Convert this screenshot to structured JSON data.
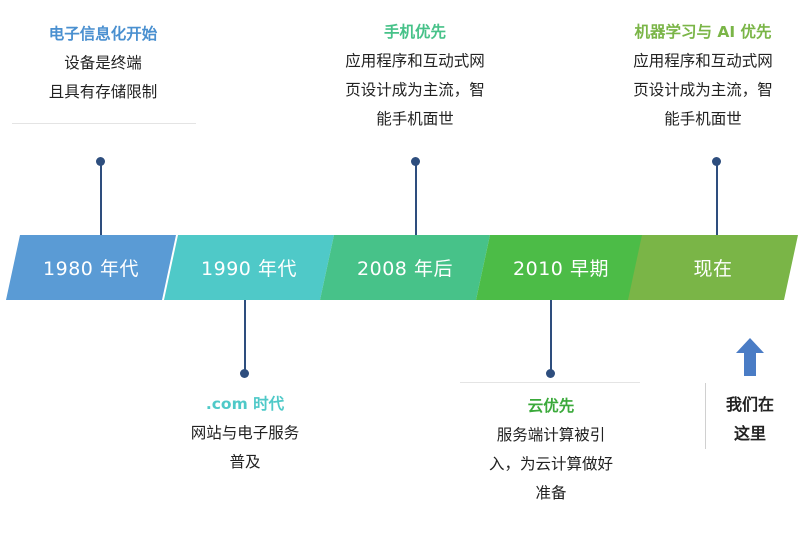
{
  "colors": {
    "stage1": "#5a9bd5",
    "stage2": "#4fc9c8",
    "stage3": "#47c289",
    "stage4": "#4cbc47",
    "stage5": "#7ab547",
    "line": "#2e4e7e",
    "arrow": "#4a7cc5"
  },
  "timeline": [
    {
      "label": "1980 年代"
    },
    {
      "label": "1990 年代"
    },
    {
      "label": "2008 年后"
    },
    {
      "label": "2010 早期"
    },
    {
      "label": "现在"
    }
  ],
  "notes": {
    "n1980": {
      "title": "电子信息化开始",
      "line1": "设备是终端",
      "line2": "且具有存储限制"
    },
    "n1990": {
      "title": ".com 时代",
      "line1": "网站与电子服务",
      "line2": "普及"
    },
    "n2008": {
      "title": "手机优先",
      "line1": "应用程序和互动式网",
      "line2": "页设计成为主流，智",
      "line3": "能手机面世"
    },
    "n2010": {
      "title": "云优先",
      "line1": "服务端计算被引",
      "line2": "入，为云计算做好",
      "line3": "准备"
    },
    "nnow": {
      "title": "机器学习与 AI 优先",
      "line1": "应用程序和互动式网",
      "line2": "页设计成为主流，智",
      "line3": "能手机面世"
    }
  },
  "here": {
    "line1": "我们在",
    "line2": "这里"
  }
}
